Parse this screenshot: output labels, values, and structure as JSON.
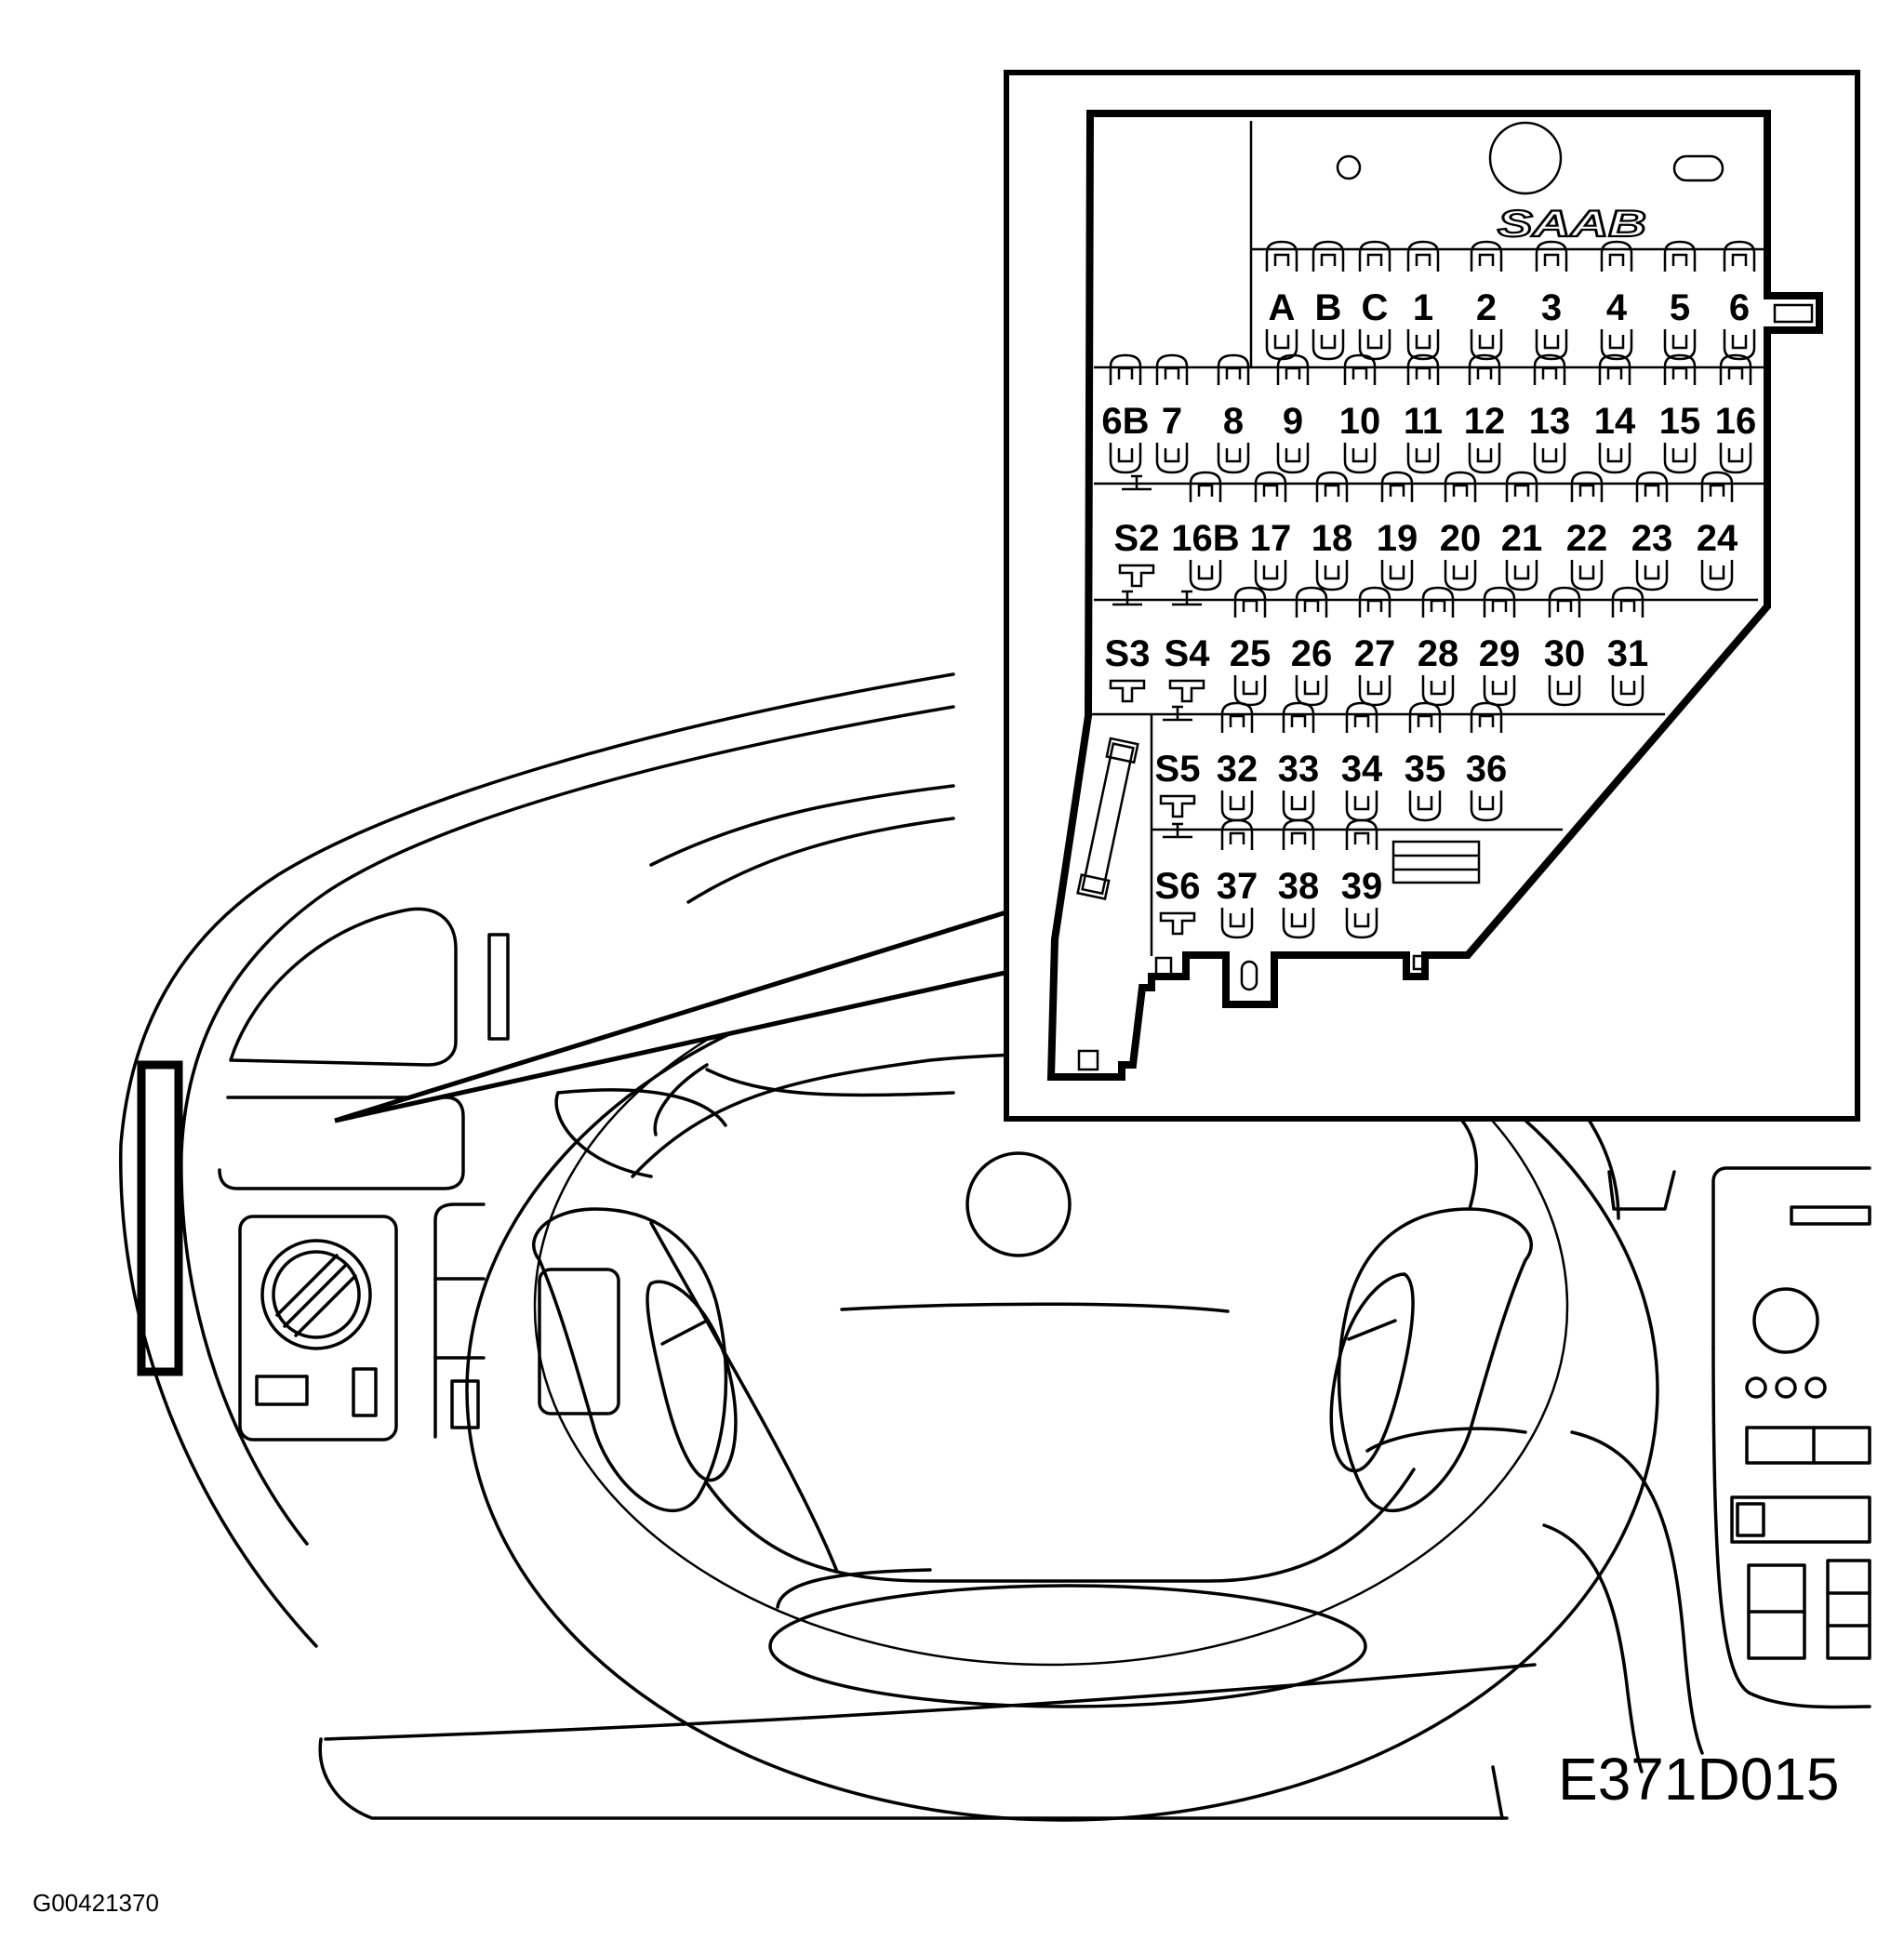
{
  "reference_code": "E371D015",
  "image_id": "G00421370",
  "fusebox": {
    "logo": "SAAB",
    "fuses": [
      {
        "label": "A",
        "type": "fuse"
      },
      {
        "label": "B",
        "type": "fuse"
      },
      {
        "label": "C",
        "type": "fuse"
      },
      {
        "label": "1",
        "type": "fuse"
      },
      {
        "label": "2",
        "type": "fuse"
      },
      {
        "label": "3",
        "type": "fuse"
      },
      {
        "label": "4",
        "type": "fuse"
      },
      {
        "label": "5",
        "type": "fuse"
      },
      {
        "label": "6",
        "type": "fuse"
      },
      {
        "label": "6B",
        "type": "fuse"
      },
      {
        "label": "7",
        "type": "fuse"
      },
      {
        "label": "8",
        "type": "fuse"
      },
      {
        "label": "9",
        "type": "fuse"
      },
      {
        "label": "10",
        "type": "fuse"
      },
      {
        "label": "11",
        "type": "fuse"
      },
      {
        "label": "12",
        "type": "fuse"
      },
      {
        "label": "13",
        "type": "fuse"
      },
      {
        "label": "14",
        "type": "fuse"
      },
      {
        "label": "15",
        "type": "fuse"
      },
      {
        "label": "16",
        "type": "fuse"
      },
      {
        "label": "S2",
        "type": "switch"
      },
      {
        "label": "16B",
        "type": "fuse"
      },
      {
        "label": "17",
        "type": "fuse"
      },
      {
        "label": "18",
        "type": "fuse"
      },
      {
        "label": "19",
        "type": "fuse"
      },
      {
        "label": "20",
        "type": "fuse"
      },
      {
        "label": "21",
        "type": "fuse"
      },
      {
        "label": "22",
        "type": "fuse"
      },
      {
        "label": "23",
        "type": "fuse"
      },
      {
        "label": "24",
        "type": "fuse"
      },
      {
        "label": "S3",
        "type": "switch"
      },
      {
        "label": "S4",
        "type": "switch"
      },
      {
        "label": "25",
        "type": "fuse"
      },
      {
        "label": "26",
        "type": "fuse"
      },
      {
        "label": "27",
        "type": "fuse"
      },
      {
        "label": "28",
        "type": "fuse"
      },
      {
        "label": "29",
        "type": "fuse"
      },
      {
        "label": "30",
        "type": "fuse"
      },
      {
        "label": "31",
        "type": "fuse"
      },
      {
        "label": "S5",
        "type": "switch"
      },
      {
        "label": "32",
        "type": "fuse"
      },
      {
        "label": "33",
        "type": "fuse"
      },
      {
        "label": "34",
        "type": "fuse"
      },
      {
        "label": "35",
        "type": "fuse"
      },
      {
        "label": "36",
        "type": "fuse"
      },
      {
        "label": "S6",
        "type": "switch"
      },
      {
        "label": "37",
        "type": "fuse"
      },
      {
        "label": "38",
        "type": "fuse"
      },
      {
        "label": "39",
        "type": "fuse"
      }
    ]
  }
}
